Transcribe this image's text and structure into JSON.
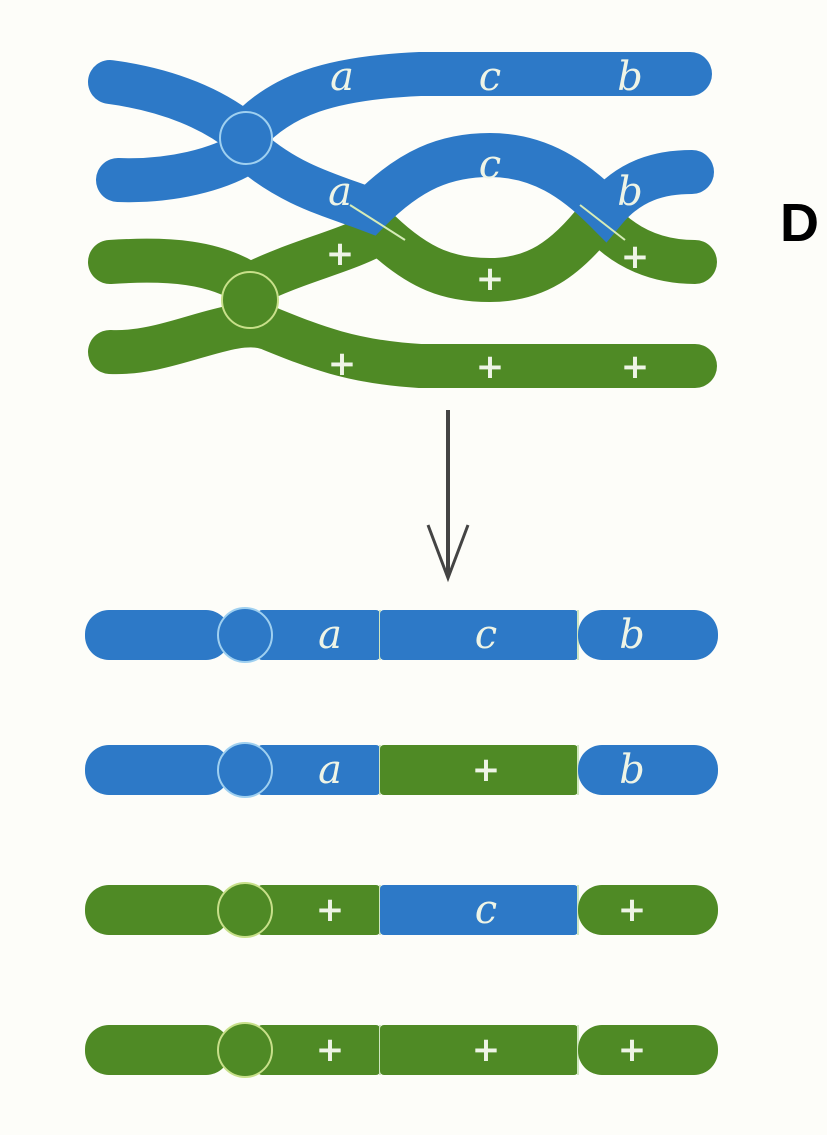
{
  "panel_label": "D",
  "colors": {
    "blue": "#2d79c7",
    "green": "#4f8a25",
    "background": "#fdfdf9",
    "label": "#eef4e6"
  },
  "top": {
    "chromatids": [
      {
        "id": "blue-1",
        "color": "blue",
        "genes": [
          "a",
          "c",
          "b"
        ]
      },
      {
        "id": "blue-2",
        "color": "blue",
        "genes": [
          "a",
          "c",
          "b"
        ]
      },
      {
        "id": "green-1",
        "color": "green",
        "genes": [
          "+",
          "+",
          "+"
        ]
      },
      {
        "id": "green-2",
        "color": "green",
        "genes": [
          "+",
          "+",
          "+"
        ]
      }
    ]
  },
  "bottom": {
    "chromatids": [
      {
        "id": "result-1",
        "segments": [
          {
            "color": "blue",
            "gene": "a"
          },
          {
            "color": "blue",
            "gene": "c"
          },
          {
            "color": "blue",
            "gene": "b"
          }
        ]
      },
      {
        "id": "result-2",
        "segments": [
          {
            "color": "blue",
            "gene": "a"
          },
          {
            "color": "green",
            "gene": "+"
          },
          {
            "color": "blue",
            "gene": "b"
          }
        ]
      },
      {
        "id": "result-3",
        "segments": [
          {
            "color": "green",
            "gene": "+"
          },
          {
            "color": "blue",
            "gene": "c"
          },
          {
            "color": "green",
            "gene": "+"
          }
        ]
      },
      {
        "id": "result-4",
        "segments": [
          {
            "color": "green",
            "gene": "+"
          },
          {
            "color": "green",
            "gene": "+"
          },
          {
            "color": "green",
            "gene": "+"
          }
        ]
      }
    ]
  }
}
